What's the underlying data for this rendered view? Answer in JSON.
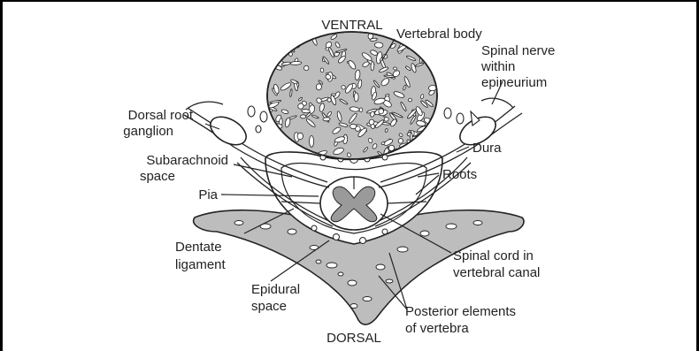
{
  "diagram": {
    "labels": {
      "ventral": "VENTRAL",
      "dorsal": "DORSAL",
      "vertebral_body": "Vertebral body",
      "spinal_nerve": [
        "Spinal nerve",
        "within",
        "epineurium"
      ],
      "dorsal_root_ganglion": [
        "Dorsal root",
        "ganglion"
      ],
      "dura": "Dura",
      "subarachnoid_space": [
        "Subarachnoid",
        "space"
      ],
      "roots": "Roots",
      "pia": "Pia",
      "dentate_ligament": [
        "Dentate",
        "ligament"
      ],
      "spinal_cord": [
        "Spinal cord in",
        "vertebral canal"
      ],
      "epidural_space": [
        "Epidural",
        "space"
      ],
      "posterior_elements": [
        "Posterior elements",
        "of vertebra"
      ]
    },
    "colors": {
      "bone_fill": "#bdbdbd",
      "outline": "#222222",
      "grey_matter": "#9a9a9a",
      "background": "#ffffff"
    }
  }
}
